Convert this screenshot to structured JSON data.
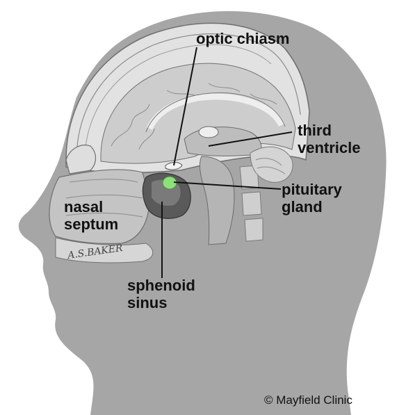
{
  "labels": {
    "optic_chiasm": "optic chiasm",
    "third_ventricle_1": "third",
    "third_ventricle_2": "ventricle",
    "pituitary_gland_1": "pituitary",
    "pituitary_gland_2": "gland",
    "nasal_septum_1": "nasal",
    "nasal_septum_2": "septum",
    "sphenoid_sinus_1": "sphenoid",
    "sphenoid_sinus_2": "sinus"
  },
  "signature": "A.S.BAKER",
  "copyright": "© Mayfield Clinic",
  "colors": {
    "head": "#a6a6a6",
    "skull": "#e4e4e4",
    "brain": "#cfcfcf",
    "dark": "#5a5a5a",
    "pituitary": "#8ee07a",
    "leader": "#111111"
  }
}
